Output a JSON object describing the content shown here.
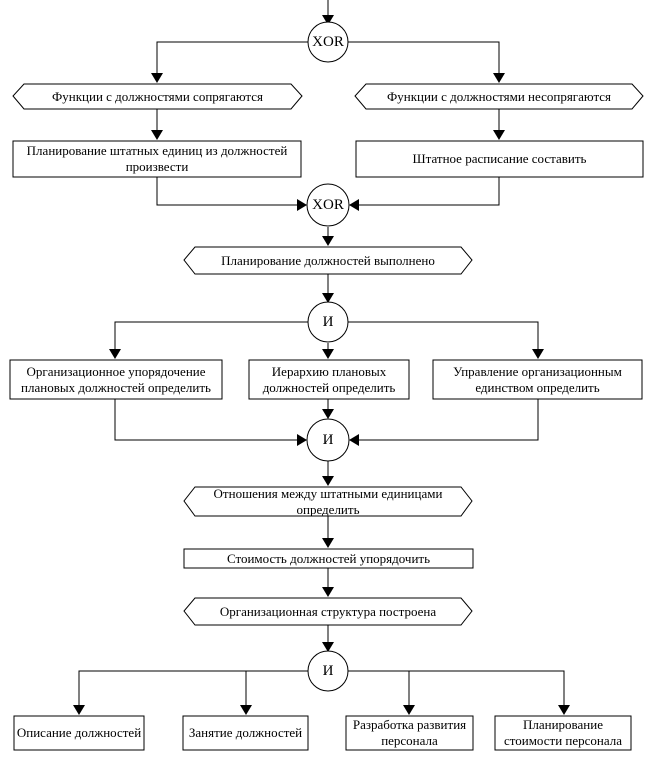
{
  "connectors": {
    "xor_split": "XOR",
    "xor_join": "XOR",
    "and_split_1": "И",
    "and_join_1": "И",
    "and_split_2": "И"
  },
  "events": {
    "functions_match": "Функции с должностями сопрягаются",
    "functions_mismatch": "Функции с должностями несопрягаются",
    "planning_done": "Планирование должностей выполнено",
    "relations_defined": "Отношения между штатными единицами определить",
    "structure_built": "Организационная структура построена"
  },
  "functions": {
    "plan_units": "Планирование штатных единиц из должностей произвести",
    "staff_schedule": "Штатное расписание составить",
    "org_order": "Организационное упорядочение плановых должностей определить",
    "hierarchy": "Иерархию плановых должностей определить",
    "unity_mgmt": "Управление организационным единством определить",
    "cost_order": "Стоимость должностей упорядочить",
    "description": "Описание должностей",
    "occupation": "Занятие должностей",
    "development": "Разработка развития персонала",
    "cost_planning": "Планирование стоимости персонала"
  }
}
